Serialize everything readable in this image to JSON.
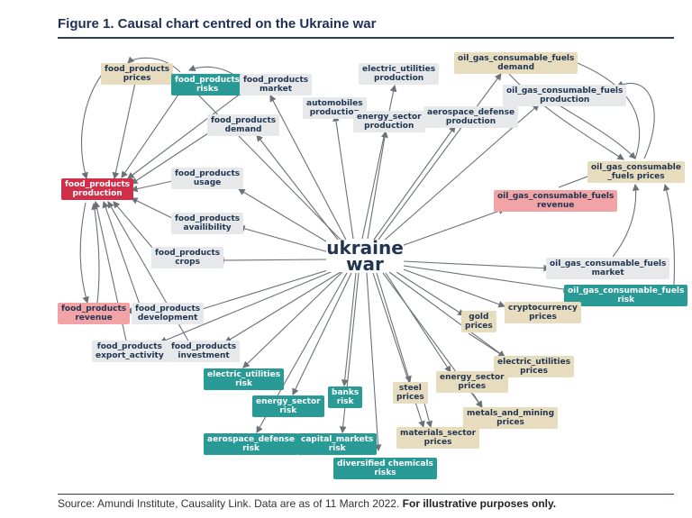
{
  "figure": {
    "title": "Figure 1. Causal chart centred on the Ukraine war",
    "center_l1": "ukraine",
    "center_l2": "war",
    "source_text": "Source: Amundi Institute, Causality Link. Data are as of 11 March 2022. ",
    "source_bold": "For illustrative purposes only."
  },
  "colors": {
    "edge": "#6b7178",
    "gray": "#e6e8ea",
    "beige": "#e8dcbf",
    "teal": "#2a9a96",
    "pink": "#f1a3a6",
    "red": "#cf2f48"
  },
  "nodes": {
    "fp_prices": [
      "food_products",
      "prices"
    ],
    "fp_risks": [
      "food_products",
      "risks"
    ],
    "fp_market": [
      "food_products",
      "market"
    ],
    "fp_demand": [
      "food_products",
      "demand"
    ],
    "fp_production": [
      "food_products",
      "production"
    ],
    "fp_usage": [
      "food_products",
      "usage"
    ],
    "fp_availibility": [
      "food_products",
      "availibility"
    ],
    "fp_crops": [
      "food_products",
      "crops"
    ],
    "fp_revenue": [
      "food_products",
      "revenue"
    ],
    "fp_development": [
      "food_products",
      "development"
    ],
    "fp_export": [
      "food_products",
      "export_activity"
    ],
    "fp_investment": [
      "food_products",
      "investment"
    ],
    "auto_production": [
      "automobiles",
      "production"
    ],
    "eu_production": [
      "electric_utilities",
      "production"
    ],
    "es_production": [
      "energy_sector",
      "production"
    ],
    "ad_production": [
      "aerospace_defense",
      "production"
    ],
    "og_demand": [
      "oil_gas_consumable_fuels",
      "demand"
    ],
    "og_production": [
      "oil_gas_consumable_fuels",
      "production"
    ],
    "og_prices": [
      "oil_gas_consumable",
      "_fuels prices"
    ],
    "og_revenue": [
      "oil_gas_consumable_fuels",
      "revenue"
    ],
    "og_market": [
      "oil_gas_consumable_fuels",
      "market"
    ],
    "og_risk": [
      "oil_gas_consumable_fuels",
      "risk"
    ],
    "crypto_prices": [
      "cryptocurrency",
      "prices"
    ],
    "gold_prices": [
      "gold",
      "prices"
    ],
    "eu_prices": [
      "electric_utilities",
      "prices"
    ],
    "es_prices": [
      "energy_sector",
      "prices"
    ],
    "metals_prices": [
      "metals_and_mining",
      "prices"
    ],
    "steel_prices": [
      "steel",
      "prices"
    ],
    "materials_prices": [
      "materials_sector",
      "prices"
    ],
    "chem_risks": [
      "diversified chemicals",
      "risks"
    ],
    "cm_risk": [
      "capital_markets",
      "risk"
    ],
    "banks_risk": [
      "banks",
      "risk"
    ],
    "es_risk": [
      "energy_sector",
      "risk"
    ],
    "eu_risk": [
      "electric_utilities",
      "risk"
    ],
    "ad_risk": [
      "aerospace_defense",
      "risk"
    ]
  }
}
